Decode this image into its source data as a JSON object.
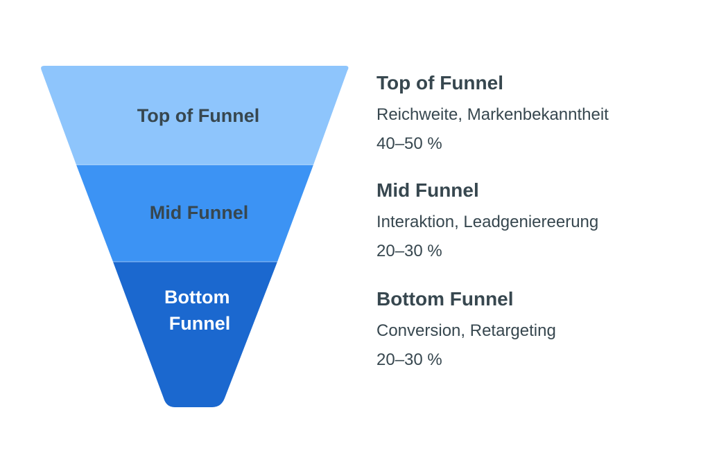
{
  "colors": {
    "top": "#8ec5fc",
    "mid": "#3c93f4",
    "bottom": "#1b68cf",
    "label_dark": "#37474f",
    "label_light": "#ffffff"
  },
  "funnel": {
    "segments": [
      {
        "label_lines": [
          "Top of Funnel"
        ]
      },
      {
        "label_lines": [
          "Mid Funnel"
        ]
      },
      {
        "label_lines": [
          "Bottom",
          "Funnel"
        ]
      }
    ]
  },
  "legend": [
    {
      "title": "Top of Funnel",
      "description": "Reichweite, Markenbekanntheit",
      "share": "40–50 %"
    },
    {
      "title": "Mid Funnel",
      "description": "Interaktion, Leadgenierеerung",
      "share": "20–30 %"
    },
    {
      "title": "Bottom Funnel",
      "description": "Conversion, Retargeting",
      "share": "20–30 %"
    }
  ]
}
